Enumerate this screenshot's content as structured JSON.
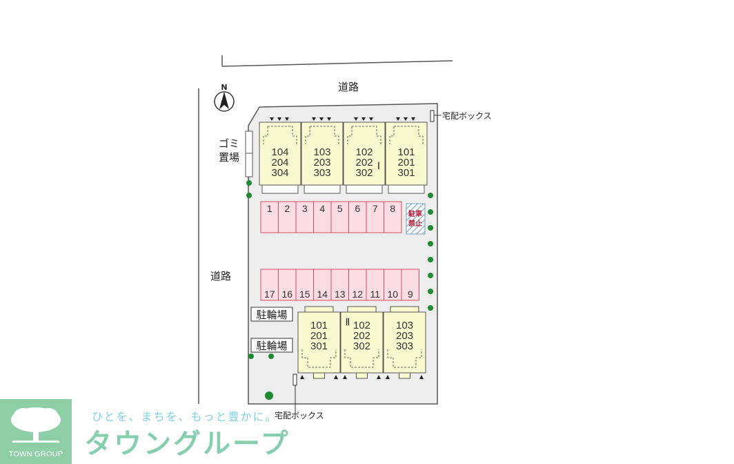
{
  "labels": {
    "road_top": "道路",
    "road_left": "道路",
    "north": "N",
    "garbage_line1": "ゴミ",
    "garbage_line2": "置場",
    "delivery_box_top": "宅配ボックス",
    "delivery_box_bottom": "宅配ボックス",
    "bicycle_parking_1": "駐輪場",
    "bicycle_parking_2": "駐輪場",
    "no_parking_1": "駐車",
    "no_parking_2": "禁止"
  },
  "building_1": {
    "label": "Ⅰ",
    "units": [
      {
        "lines": [
          "104",
          "204",
          "304"
        ]
      },
      {
        "lines": [
          "103",
          "203",
          "303"
        ]
      },
      {
        "lines": [
          "102",
          "202",
          "302"
        ]
      },
      {
        "lines": [
          "101",
          "201",
          "301"
        ]
      }
    ]
  },
  "building_2": {
    "label": "Ⅱ",
    "units": [
      {
        "lines": [
          "101",
          "201",
          "301"
        ]
      },
      {
        "lines": [
          "102",
          "202",
          "302"
        ]
      },
      {
        "lines": [
          "103",
          "203",
          "303"
        ]
      }
    ]
  },
  "parking_top": [
    "1",
    "2",
    "3",
    "4",
    "5",
    "6",
    "7",
    "8"
  ],
  "parking_bottom": [
    "17",
    "16",
    "15",
    "14",
    "13",
    "12",
    "11",
    "10",
    "9"
  ],
  "brand": {
    "tagline": "ひとを、まちを、もっと豊かに。",
    "name_jp": "タウングループ",
    "name_en": "TOWN GROUP"
  },
  "colors": {
    "building": "#fafad0",
    "parking_fill": "#fbdde3",
    "parking_stroke": "#d84a62",
    "tree": "#1f8a2f",
    "brand_green": "#8fcfa8",
    "tagline": "#7fd0e3"
  }
}
